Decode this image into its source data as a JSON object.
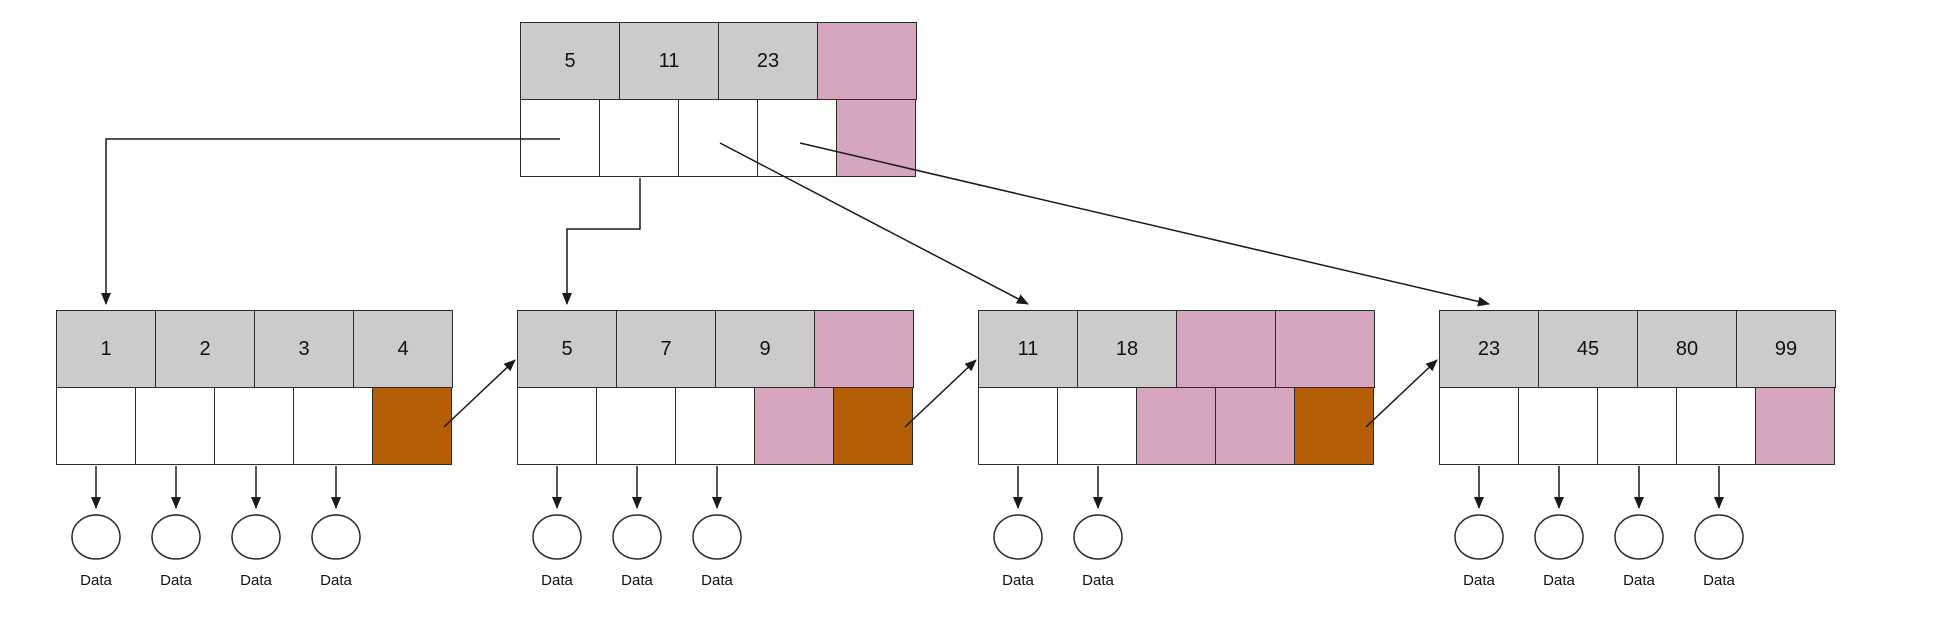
{
  "colors": {
    "key_fill": "#cbcbcb",
    "empty_fill": "#d5a6bd",
    "link_fill": "#b45f06",
    "pointer_fill": "#ffffff",
    "border": "#2b2b2b",
    "arrow": "#1a1a1a",
    "text": "#111111",
    "background": "#ffffff"
  },
  "data_label": "Data",
  "nodes": {
    "root": {
      "id": "root",
      "keys": [
        {
          "label": "5",
          "type": "key"
        },
        {
          "label": "11",
          "type": "key"
        },
        {
          "label": "23",
          "type": "key"
        },
        {
          "label": "",
          "type": "empty"
        }
      ],
      "pointers": [
        {
          "type": "child"
        },
        {
          "type": "child"
        },
        {
          "type": "child"
        },
        {
          "type": "child"
        },
        {
          "type": "empty"
        }
      ]
    },
    "leaves": [
      {
        "id": "leaf-1",
        "keys": [
          {
            "label": "1",
            "type": "key"
          },
          {
            "label": "2",
            "type": "key"
          },
          {
            "label": "3",
            "type": "key"
          },
          {
            "label": "4",
            "type": "key"
          }
        ],
        "pointers": [
          {
            "type": "data"
          },
          {
            "type": "data"
          },
          {
            "type": "data"
          },
          {
            "type": "data"
          },
          {
            "type": "next"
          }
        ]
      },
      {
        "id": "leaf-2",
        "keys": [
          {
            "label": "5",
            "type": "key"
          },
          {
            "label": "7",
            "type": "key"
          },
          {
            "label": "9",
            "type": "key"
          },
          {
            "label": "",
            "type": "empty"
          }
        ],
        "pointers": [
          {
            "type": "data"
          },
          {
            "type": "data"
          },
          {
            "type": "data"
          },
          {
            "type": "empty"
          },
          {
            "type": "next"
          }
        ]
      },
      {
        "id": "leaf-3",
        "keys": [
          {
            "label": "11",
            "type": "key"
          },
          {
            "label": "18",
            "type": "key"
          },
          {
            "label": "",
            "type": "empty"
          },
          {
            "label": "",
            "type": "empty"
          }
        ],
        "pointers": [
          {
            "type": "data"
          },
          {
            "type": "data"
          },
          {
            "type": "empty"
          },
          {
            "type": "empty"
          },
          {
            "type": "next"
          }
        ]
      },
      {
        "id": "leaf-4",
        "keys": [
          {
            "label": "23",
            "type": "key"
          },
          {
            "label": "45",
            "type": "key"
          },
          {
            "label": "80",
            "type": "key"
          },
          {
            "label": "99",
            "type": "key"
          }
        ],
        "pointers": [
          {
            "type": "data"
          },
          {
            "type": "data"
          },
          {
            "type": "data"
          },
          {
            "type": "data"
          },
          {
            "type": "empty"
          }
        ]
      }
    ]
  },
  "edges": {
    "root_to_leaves": [
      {
        "from_pointer": 0,
        "to_leaf": 0,
        "style": "elbow-left"
      },
      {
        "from_pointer": 1,
        "to_leaf": 1,
        "style": "elbow-down"
      },
      {
        "from_pointer": 2,
        "to_leaf": 2,
        "style": "diagonal"
      },
      {
        "from_pointer": 3,
        "to_leaf": 3,
        "style": "diagonal"
      }
    ],
    "sibling_links": [
      {
        "from_leaf": 0,
        "to_leaf": 1
      },
      {
        "from_leaf": 1,
        "to_leaf": 2
      },
      {
        "from_leaf": 2,
        "to_leaf": 3
      }
    ]
  }
}
